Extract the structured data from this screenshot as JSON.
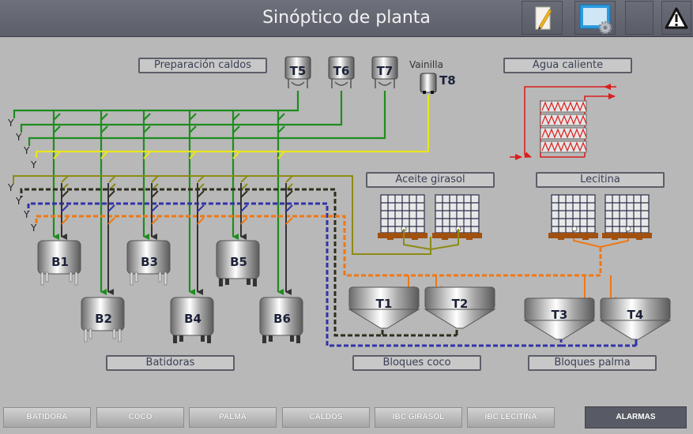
{
  "header": {
    "title": "Sinóptico de planta",
    "buttons": [
      {
        "name": "edit-button",
        "icon": "notepad-pencil-icon"
      },
      {
        "name": "settings-screen-button",
        "icon": "screen-gear-icon"
      },
      {
        "name": "blank-button",
        "icon": ""
      },
      {
        "name": "alarm-warning-button",
        "icon": "warning-triangle-icon"
      }
    ]
  },
  "areas": {
    "preparacion_caldos": "Preparación caldos",
    "agua_caliente": "Agua caliente",
    "aceite_girasol": "Aceite girasol",
    "lecitina": "Lecitina",
    "batidoras": "Batidoras",
    "bloques_coco": "Bloques coco",
    "bloques_palma": "Bloques palma"
  },
  "broth_tanks": [
    "T5",
    "T6",
    "T7"
  ],
  "vanilla": {
    "label": "Vainilla",
    "tank": "T8"
  },
  "mixers": [
    "B1",
    "B2",
    "B3",
    "B4",
    "B5",
    "B6"
  ],
  "hoppers": [
    "T1",
    "T2",
    "T3",
    "T4"
  ],
  "manifold_valve_symbol": "Y",
  "line_colors": {
    "broth": "#1e8c1e",
    "vanilla": "#e6e61e",
    "sunflower_oil": "#8c8c14",
    "coconut": "#2e2e1e",
    "palm": "#3232a8",
    "lecithin": "#f07814",
    "hot_water": "#dc1e1e"
  },
  "footer": {
    "buttons": [
      "BATIDORA",
      "COCO",
      "PALMA",
      "CALDOS",
      "IBC GIRASOL",
      "IBC LECITINA"
    ],
    "alarm_button": "ALARMAS"
  }
}
